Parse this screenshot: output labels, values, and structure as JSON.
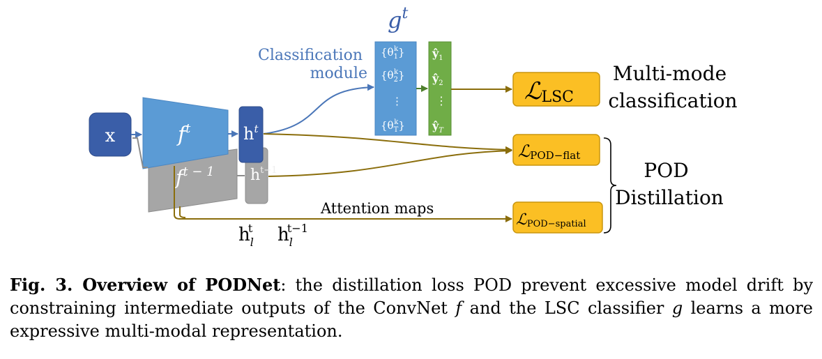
{
  "diagram": {
    "input_label": "x",
    "encoder_label": "f",
    "encoder_sup": "t",
    "old_encoder_label": "f",
    "old_encoder_sup": "t − 1",
    "feature_label": "h",
    "feature_sup": "t",
    "old_feature_label": "h",
    "old_feature_sup": "t−1",
    "classifier_label": "g",
    "classifier_sup": "t",
    "classification_module_line1": "Classification",
    "classification_module_line2": "module",
    "theta_items": [
      "{θ",
      "{θ",
      "⋮",
      "{θ"
    ],
    "theta_subs": [
      "1",
      "2",
      "",
      "T"
    ],
    "theta_sups": [
      "k",
      "k",
      "",
      "k"
    ],
    "y_items": [
      "ŷ",
      "ŷ",
      "⋮",
      "ŷ"
    ],
    "y_subs": [
      "1",
      "2",
      "",
      "T"
    ],
    "loss_lsc": "ℒ",
    "loss_lsc_sub": "LSC",
    "loss_flat": "ℒ",
    "loss_flat_sub": "POD−flat",
    "loss_spatial": "ℒ",
    "loss_spatial_sub": "POD−spatial",
    "multimode_line1": "Multi-mode",
    "multimode_line2": "classification",
    "pod_line1": "POD",
    "pod_line2": "Distillation",
    "attention_maps": "Attention maps",
    "hl_t_label": "h",
    "hl_t_sub": "l",
    "hl_t_sup": "t",
    "hl_t1_label": "h",
    "hl_t1_sub": "l",
    "hl_t1_sup": "t−1"
  },
  "caption": {
    "bold": "Fig. 3. Overview of PODNet",
    "text1": ": the distillation loss POD prevent excessive model drift by constraining intermediate outputs of the ConvNet ",
    "f": "f",
    "text2": " and the LSC classifier ",
    "g": "g",
    "text3": " learns a more expressive multi-modal representation."
  },
  "colors": {
    "blue_dark": "#3a5ea8",
    "blue_light": "#5b9bd5",
    "gray": "#a0a0a0",
    "green": "#70ad47",
    "gold": "#fbbf24",
    "arrow_brown": "#8a6d0b",
    "text_blue": "#4a76b8"
  }
}
